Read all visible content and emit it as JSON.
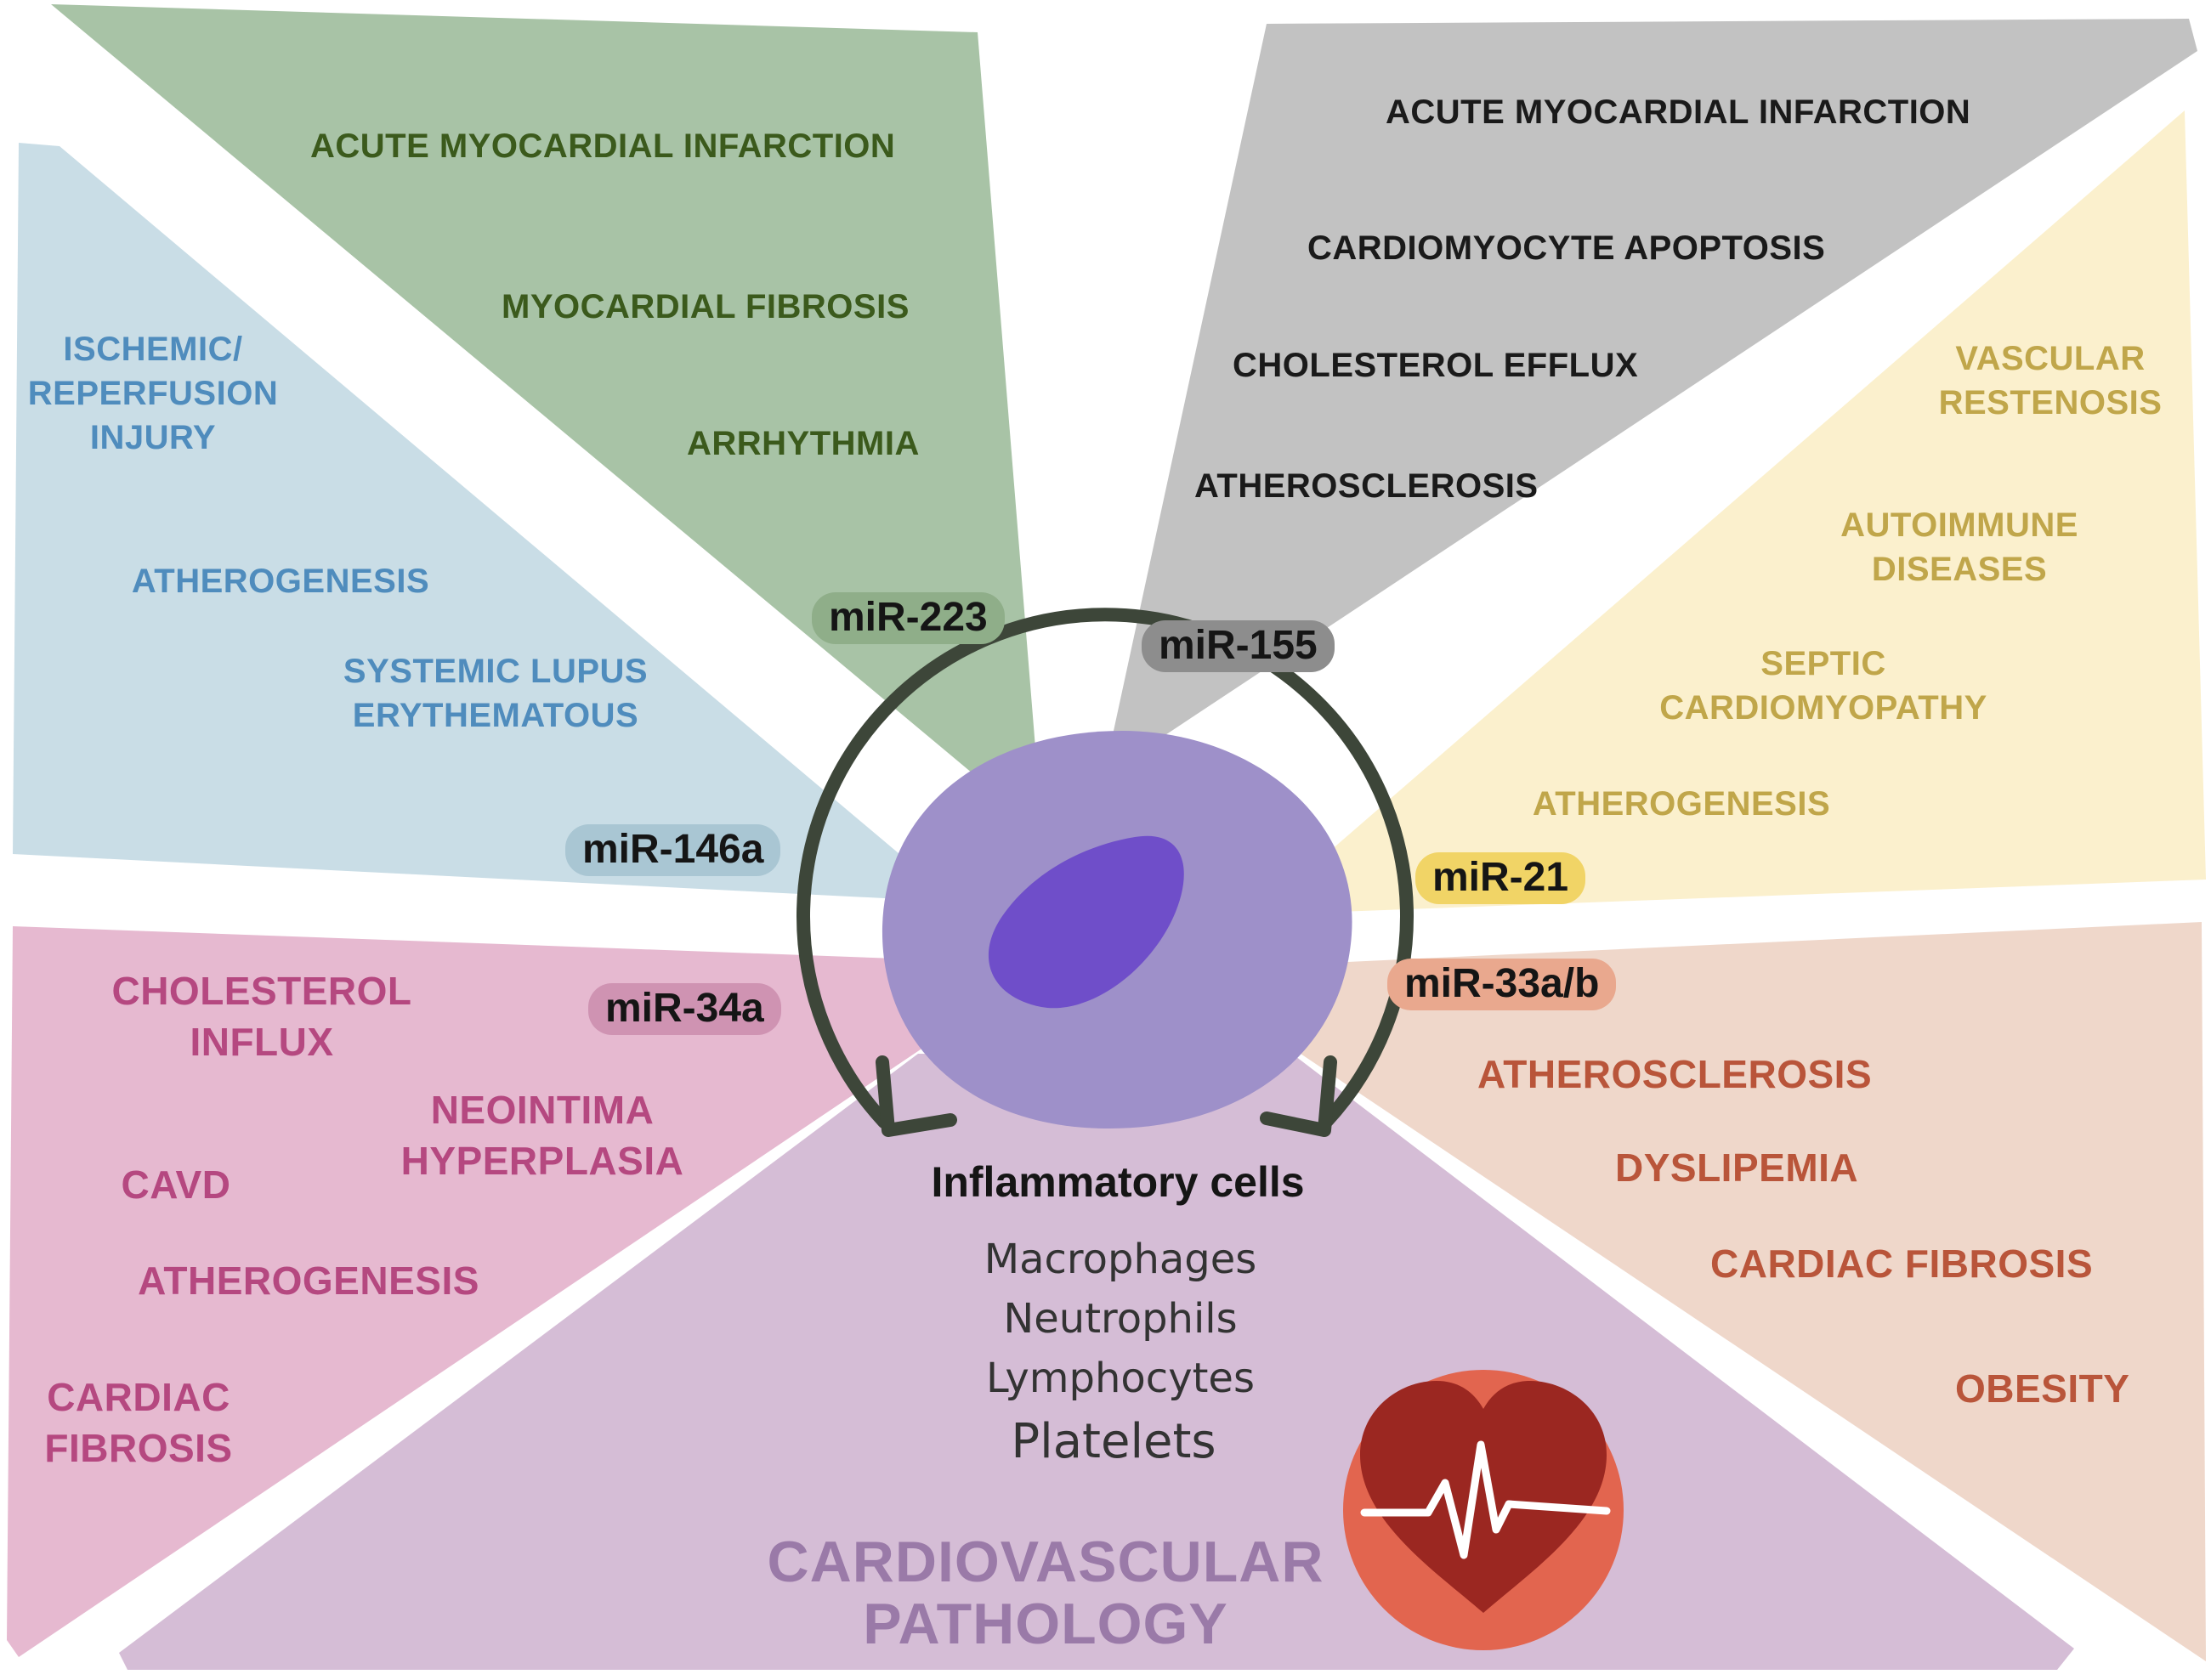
{
  "colors": {
    "green_panel": "#a8c3a6",
    "gray_panel": "#c2c2c2",
    "blue_panel": "#c9dde6",
    "yellow_panel": "#fbf0cd",
    "pink_panel": "#e6b9d0",
    "peach_panel": "#efd7ca",
    "purple_panel": "#d5bdd6",
    "cell_body": "#9e90c9",
    "cell_nucleus": "#6f4ec9",
    "arrow": "#3d4639",
    "heart_circle": "#e2654f",
    "heart": "#9b2721"
  },
  "mirnas": {
    "mir223": "miR-223",
    "mir155": "miR-155",
    "mir146a": "miR-146a",
    "mir21": "miR-21",
    "mir34a": "miR-34a",
    "mir33ab": "miR-33a/b"
  },
  "green_panel": {
    "items": [
      "ACUTE MYOCARDIAL INFARCTION",
      "MYOCARDIAL FIBROSIS",
      "ARRHYTHMIA"
    ]
  },
  "gray_panel": {
    "items": [
      "ACUTE MYOCARDIAL INFARCTION",
      "CARDIOMYOCYTE APOPTOSIS",
      "CHOLESTEROL EFFLUX",
      "ATHEROSCLEROSIS"
    ]
  },
  "blue_panel": {
    "items": [
      "ISCHEMIC/\nREPERFUSION\nINJURY",
      "ATHEROGENESIS",
      "SYSTEMIC LUPUS\nERYTHEMATOUS"
    ]
  },
  "yellow_panel": {
    "items": [
      "VASCULAR\nRESTENOSIS",
      "AUTOIMMUNE\nDISEASES",
      "SEPTIC\nCARDIOMYOPATHY",
      "ATHEROGENESIS"
    ]
  },
  "pink_panel": {
    "items": [
      "CHOLESTEROL\nINFLUX",
      "NEOINTIMA\nHYPERPLASIA",
      "CAVD",
      "ATHEROGENESIS",
      "CARDIAC\nFIBROSIS"
    ]
  },
  "peach_panel": {
    "items": [
      "ATHEROSCLEROSIS",
      "DYSLIPEMIA",
      "CARDIAC FIBROSIS",
      "OBESITY"
    ]
  },
  "center": {
    "title": "Inflammatory cells",
    "cells": [
      "Macrophages",
      "Neutrophils",
      "Lymphocytes",
      "Platelets"
    ]
  },
  "bottom": {
    "title": "CARDIOVASCULAR\nPATHOLOGY"
  },
  "icons": {
    "cell": "inflammatory-cell-illustration",
    "cycle_arrow": "circular-arrow",
    "heart": "heart-pulse-icon"
  }
}
